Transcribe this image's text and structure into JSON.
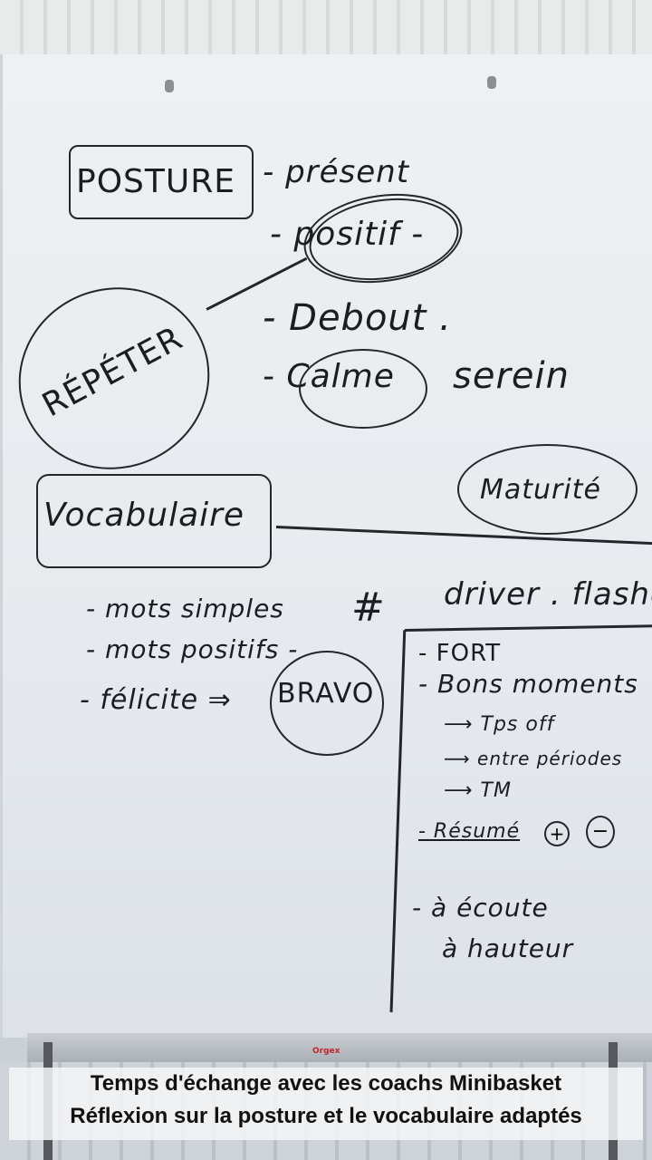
{
  "whiteboard": {
    "posture": "POSTURE",
    "present": "- présent",
    "positif": "- positif -",
    "repeter": "RÉPÉTER",
    "debout": "- Debout .",
    "calme": "- Calme",
    "serein": "serein",
    "vocabulaire": "Vocabulaire",
    "maturite": "Maturité",
    "mots_simples": "- mots simples",
    "mots_positifs": "- mots positifs -",
    "felicite": "- félicite ⇒",
    "bravo": "BRAVO",
    "hash": "#",
    "driver_flasher": "driver . flasher",
    "fort": "- FORT",
    "bons_moments": "- Bons moments",
    "tps_off": "⟶ Tps off",
    "entre_periodes": "⟶ entre périodes",
    "tm": "⟶ TM",
    "resume": "- Résumé",
    "plus": "+",
    "minus": "−",
    "ecoute": "- à écoute",
    "hauteur": "à hauteur"
  },
  "tray_logo": "Orgex",
  "caption": {
    "line1": "Temps d'échange avec les coachs Minibasket",
    "line2": "Réflexion sur la posture et le vocabulaire adaptés"
  }
}
